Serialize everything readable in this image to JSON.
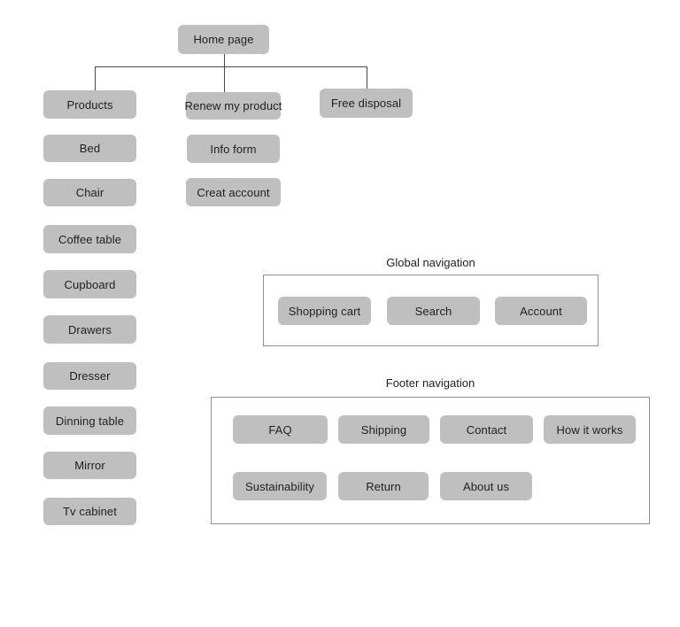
{
  "sitemap": {
    "home": "Home page",
    "level1": [
      "Products",
      "Renew my product",
      "Free disposal"
    ],
    "products_pages": [
      "Bed",
      "Chair",
      "Coffee table",
      "Cupboard",
      "Drawers",
      "Dresser",
      "Dinning table",
      "Mirror",
      "Tv cabinet"
    ],
    "renew_pages": [
      "Info form",
      "Creat account"
    ]
  },
  "global_nav": {
    "title": "Global navigation",
    "items": [
      "Shopping cart",
      "Search",
      "Account"
    ]
  },
  "footer_nav": {
    "title": "Footer navigation",
    "row1": [
      "FAQ",
      "Shipping",
      "Contact",
      "How it works"
    ],
    "row2": [
      "Sustainability",
      "Return",
      "About us"
    ]
  },
  "colors": {
    "background": "#ffffff",
    "node_fill": "#bfbfbf",
    "node_text": "#1f1f1f",
    "line": "#4a4a4a",
    "container_border": "#909090"
  }
}
